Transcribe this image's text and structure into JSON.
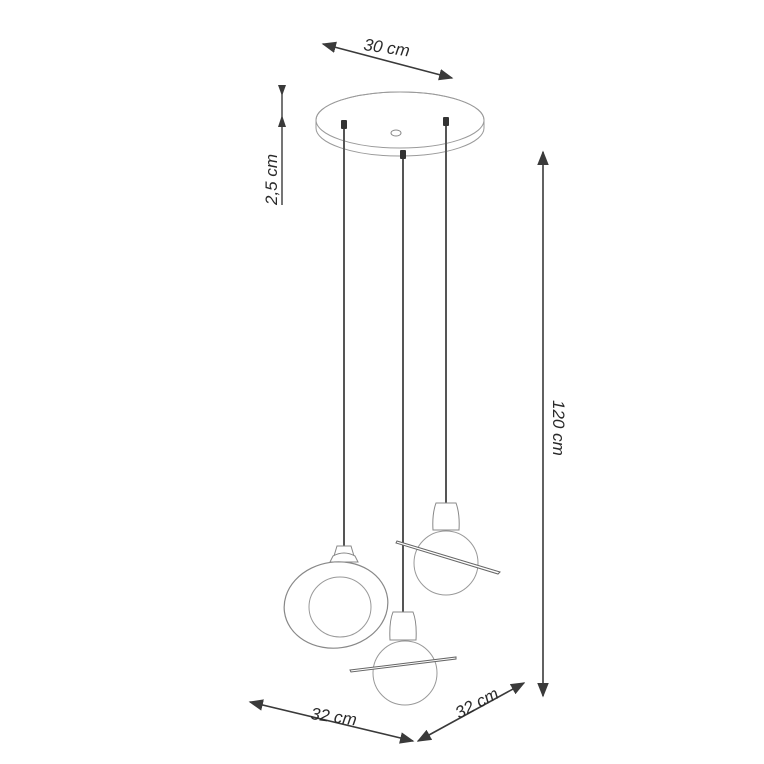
{
  "diagram": {
    "type": "pendant-lamp-dimension-drawing",
    "colors": {
      "line": "#3a3a3a",
      "light_line": "#8a8a8a",
      "cable": "#555555",
      "background": "#ffffff"
    },
    "dimensions": {
      "canopy_diameter": "30 cm",
      "canopy_height": "2,5 cm",
      "total_height": "120 cm",
      "width": "32 cm",
      "depth": "32 cm"
    },
    "components": {
      "canopy": "round ceiling canopy",
      "pendants": [
        "left pendant with tilted ring shade",
        "center pendant with ring shade",
        "right pendant with ring shade"
      ]
    }
  }
}
